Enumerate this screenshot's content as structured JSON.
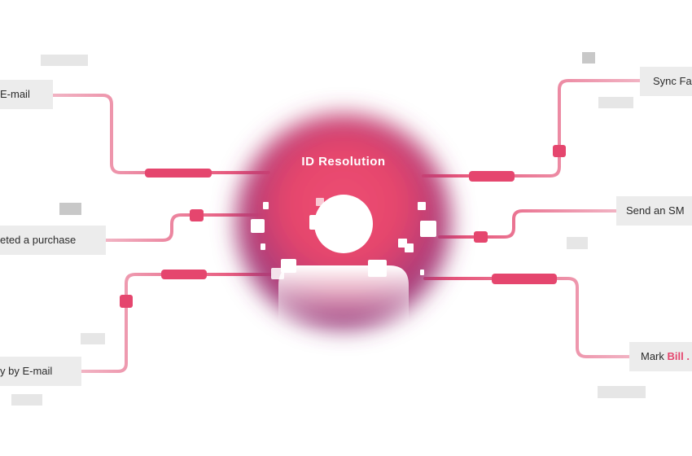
{
  "hub": {
    "title": "ID Resolution"
  },
  "nodes": {
    "email": "E-mail",
    "purchase": "eted a purchase",
    "by_email": "y by E-mail",
    "sync": "Sync Fa",
    "sms": "Send an SM",
    "mark_prefix": "Mark ",
    "mark_highlight": "Bill ."
  },
  "colors": {
    "accent": "#e5466e",
    "accent_light": "#f1a7bb",
    "hub_pink": "#e9456b",
    "hub_purple": "#8a3a7e",
    "label_bg": "#ececec",
    "placeholder": "#e6e6e6"
  }
}
